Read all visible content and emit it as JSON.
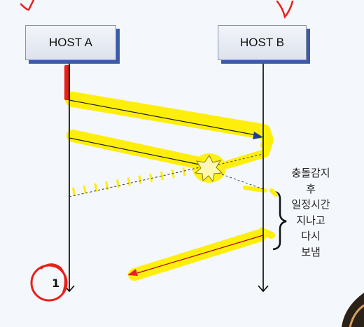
{
  "hosts": {
    "a": {
      "label": "HOST A"
    },
    "b": {
      "label": "HOST B"
    }
  },
  "note": {
    "lines": [
      "충돌감지",
      "후",
      "일정시간",
      "지나고",
      "다시",
      "보냄"
    ]
  },
  "annotation": {
    "circled_mark": "1"
  },
  "colors": {
    "highlight": "#ffee00",
    "pen_red": "#e8201a",
    "host_shadow": "#3d5aa8",
    "arrow_head": "#1f3f96"
  },
  "icons": [
    "collision-star-icon",
    "curly-brace-icon"
  ]
}
